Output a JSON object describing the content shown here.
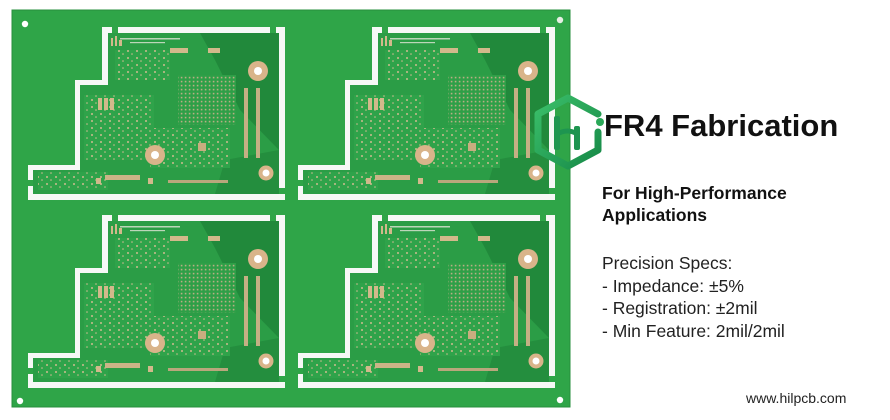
{
  "hero": {
    "logo": {
      "icon": "hexagon-hi-logo-icon",
      "letters": "Hi",
      "color": "#1f9a4e"
    },
    "headline": "FR4 Fabrication",
    "subheading_lines": [
      "For High-Performance",
      "Applications"
    ],
    "specs": {
      "title": "Precision Specs:",
      "items": [
        "- Impedance: ±5%",
        "- Registration: ±2mil",
        "- Min Feature: 2mil/2mil"
      ]
    },
    "website": "www.hilpcb.com"
  },
  "image": {
    "subject": "PCB panel with 4 green FR4 boards",
    "board_count": 4,
    "colors": {
      "solder_mask": "#2fa548",
      "solder_mask_dark": "#1e7f37",
      "copper_pad": "#d4b48a",
      "background": "#ffffff"
    }
  }
}
